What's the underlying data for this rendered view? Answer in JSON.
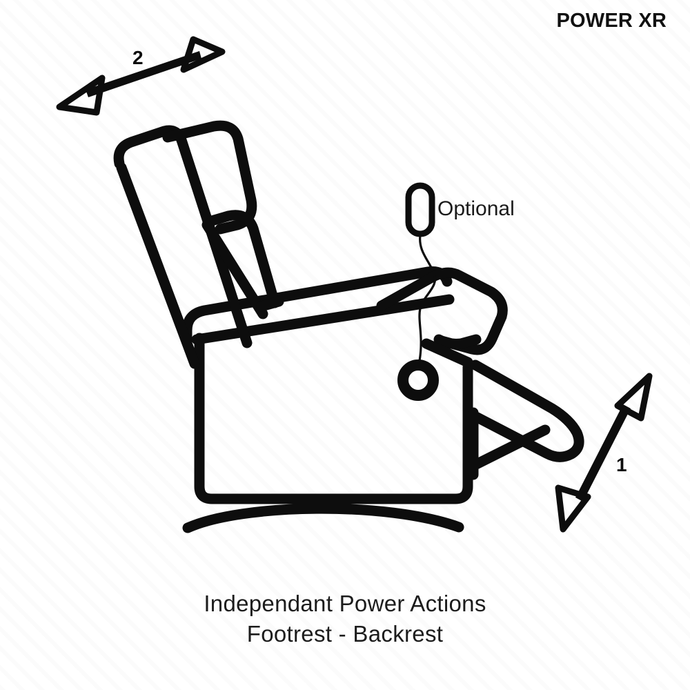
{
  "brand": {
    "label": "POWER XR"
  },
  "annotations": {
    "optional_label": "Optional",
    "arrow_backrest_number": "2",
    "arrow_footrest_number": "1"
  },
  "caption": {
    "line1": "Independant Power Actions",
    "line2": "Footrest - Backrest"
  },
  "icons": {
    "recliner": "recliner-chair-side-view-icon",
    "remote": "handheld-remote-pill-icon",
    "handle": "round-side-handle-icon",
    "arrow_backrest": "double-headed-arrow-icon",
    "arrow_footrest": "double-headed-arrow-icon"
  },
  "colors": {
    "ink": "#0d0d0d",
    "background": "#ffffff",
    "hatch": "#fbfbfb"
  }
}
